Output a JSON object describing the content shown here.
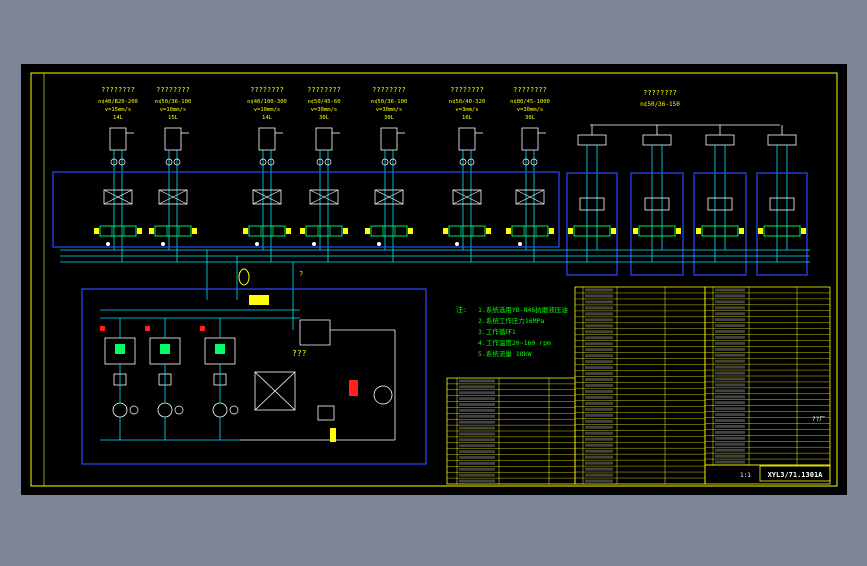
{
  "colors": {
    "background": "#7d8698",
    "sheet": "#000000",
    "frame": "#ffff00",
    "group_box": "#2a4cff",
    "pipe": "#00e5ff",
    "component": "#ffffff",
    "valve": "#00ff66",
    "label": "#ffff00",
    "note": "#00ff00",
    "alert": "#ff2020"
  },
  "actuators": [
    {
      "name": "????????",
      "spec1": "n¢40/B20-200",
      "spec2": "v=15mm/s",
      "spec3": "14L"
    },
    {
      "name": "????????",
      "spec1": "n¢50/36-100",
      "spec2": "v=10mm/s",
      "spec3": "15L"
    },
    {
      "name": "????????",
      "spec1": "n¢40/100-300",
      "spec2": "v=10mm/s",
      "spec3": "14L"
    },
    {
      "name": "????????",
      "spec1": "n¢50/45-60",
      "spec2": "v=30mm/s",
      "spec3": "30L"
    },
    {
      "name": "????????",
      "spec1": "n¢50/36-100",
      "spec2": "v=30mm/s",
      "spec3": "30L"
    },
    {
      "name": "????????",
      "spec1": "n¢50/40-320",
      "spec2": "v=3mm/s",
      "spec3": "16L"
    },
    {
      "name": "????????",
      "spec1": "n¢80/45-1000",
      "spec2": "v=30mm/s",
      "spec3": "30L"
    }
  ],
  "cylinder_group": {
    "name": "????????",
    "spec": "n¢50/36-150"
  },
  "notes": {
    "title": "注:",
    "lines": [
      "1.系统选用YB-N46抗磨液压油",
      "2.系统工作压力16MPa",
      "3.工作循环1",
      "4.工作温度20~160 rpm",
      "5.系统流量 18kW"
    ]
  },
  "question_marks": {
    "center": "???",
    "top": "?"
  },
  "title_block": {
    "drawing_no": "XYL3/71.1301A",
    "company": "??厂",
    "sheet": "1:1"
  }
}
